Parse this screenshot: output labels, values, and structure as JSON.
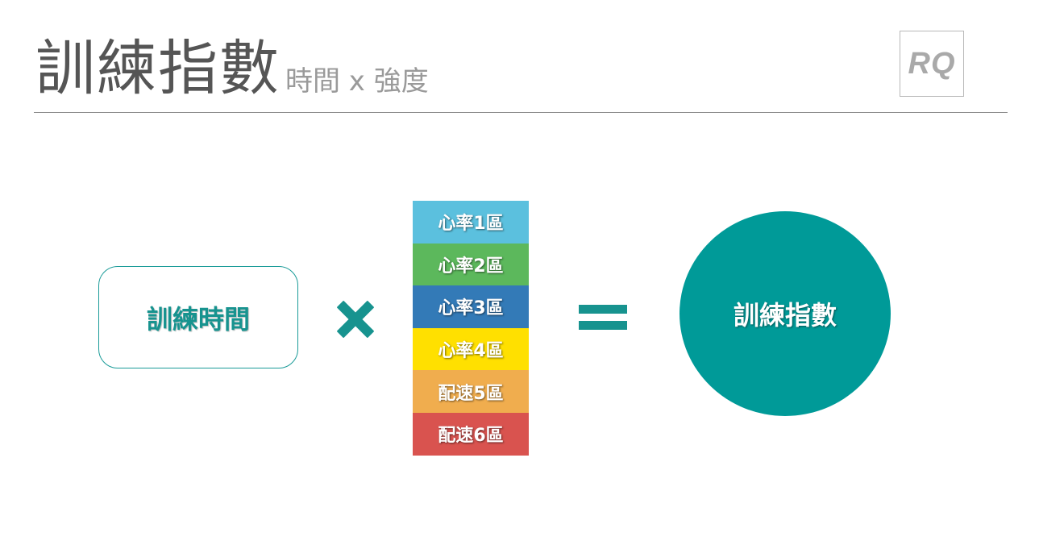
{
  "header": {
    "title": "訓練指數",
    "subtitle": "時間 x 強度",
    "logo_text": "RQ"
  },
  "diagram": {
    "time_label": "訓練時間",
    "multiply_icon": "times-icon",
    "equals_icon": "equals-icon",
    "result_label": "訓練指數",
    "zones": [
      {
        "label": "心率1區",
        "color": "#5bc0de"
      },
      {
        "label": "心率2區",
        "color": "#5cb85c"
      },
      {
        "label": "心率3區",
        "color": "#337ab7"
      },
      {
        "label": "心率4區",
        "color": "#ffe000"
      },
      {
        "label": "配速5區",
        "color": "#f0ad4e"
      },
      {
        "label": "配速6區",
        "color": "#d9534f"
      }
    ]
  },
  "colors": {
    "accent": "#009a98",
    "title_text": "#555555",
    "subtitle_text": "#9a9a9a"
  }
}
